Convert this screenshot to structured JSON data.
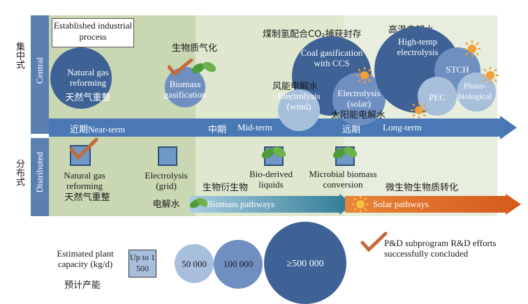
{
  "rows": {
    "central": {
      "en": "Central",
      "cn": "集中式"
    },
    "distributed": {
      "en": "Distributed",
      "cn": "分布式"
    }
  },
  "timeline": {
    "near": {
      "en": "Near-term",
      "cn": "近期"
    },
    "mid": {
      "en": "Mid-term",
      "cn": "中期"
    },
    "long": {
      "en": "Long-term",
      "cn": "远期"
    }
  },
  "established_box": "Established industrial process",
  "central_items": {
    "ng_reforming": {
      "en": "Natural gas reforming",
      "cn": "天然气重整"
    },
    "biomass_gasification": {
      "en": "Biomass gasification",
      "cn": "生物质气化"
    },
    "coal_ccs": {
      "en": "Coal gasification with CCS",
      "cn": "煤制氢配合CO₂捕获封存"
    },
    "electrolysis_wind": {
      "en": "Electrolysis (wind)",
      "cn": "风能电解水"
    },
    "electrolysis_solar": {
      "en": "Electrolysis (solar)",
      "cn": "太阳能电解水"
    },
    "high_temp": {
      "en": "High-temp electrolysis",
      "cn": "高温电解水"
    },
    "stch": "STCH",
    "pec": "PEC",
    "photobio": "Photo-biological"
  },
  "dist_items": {
    "ng_reforming": {
      "en": "Natural gas reforming",
      "cn": "天然气重整"
    },
    "electrolysis_grid": {
      "en": "Electrolysis (grid)",
      "cn": "电解水"
    },
    "bio_liquids": {
      "en": "Bio-derived liquids",
      "cn": "生物衍生物"
    },
    "microbial": {
      "en": "Microbial biomass conversion",
      "cn": "微生物生物质转化"
    }
  },
  "pathways": {
    "biomass": "Biomass pathways",
    "solar": "Solar pathways"
  },
  "legend": {
    "capacity_label": "Estimated plant capacity (kg/d)",
    "capacity_cn": "预计产能",
    "sizes": [
      "Up to 1 500",
      "50 000",
      "100 000",
      "≥500 000"
    ],
    "check_note": "P&D subprogram R&D efforts successfully concluded"
  },
  "colors": {
    "circle_dark": "#3e6295",
    "circle_mid": "#6f8fc0",
    "circle_light": "#a8bfdc",
    "arrow_blue": "#4a78b4",
    "arrow_teal": "#3a7f9a",
    "arrow_orange": "#e0702a",
    "check": "#c46a3b",
    "leaf": "#4d9b3a"
  }
}
